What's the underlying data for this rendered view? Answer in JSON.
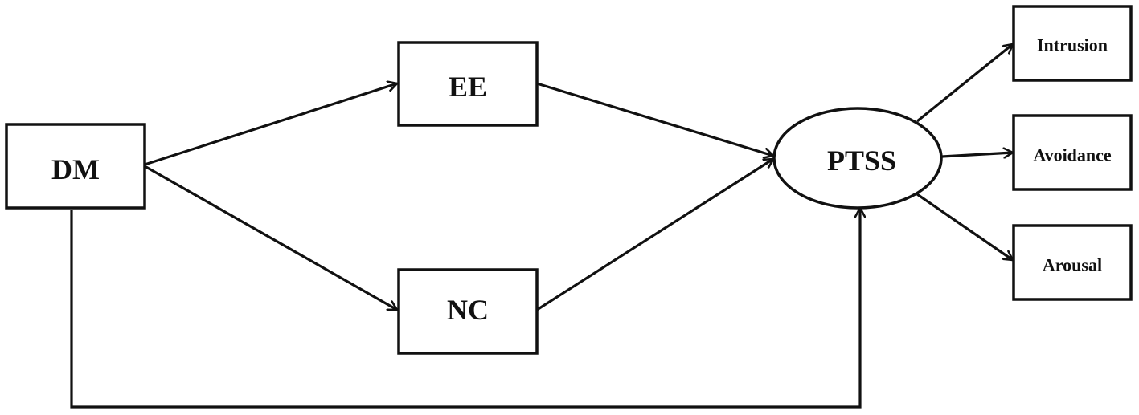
{
  "diagram": {
    "nodes": {
      "dm": "DM",
      "ee": "EE",
      "nc": "NC",
      "ptss": "PTSS",
      "intrusion": "Intrusion",
      "avoidance": "Avoidance",
      "arousal": "Arousal"
    },
    "edges": [
      {
        "from": "DM",
        "to": "EE"
      },
      {
        "from": "DM",
        "to": "NC"
      },
      {
        "from": "EE",
        "to": "PTSS"
      },
      {
        "from": "NC",
        "to": "PTSS"
      },
      {
        "from": "DM",
        "to": "PTSS"
      },
      {
        "from": "PTSS",
        "to": "Intrusion"
      },
      {
        "from": "PTSS",
        "to": "Avoidance"
      },
      {
        "from": "PTSS",
        "to": "Arousal"
      }
    ],
    "colors": {
      "line": "#111111",
      "background": "#ffffff"
    }
  }
}
